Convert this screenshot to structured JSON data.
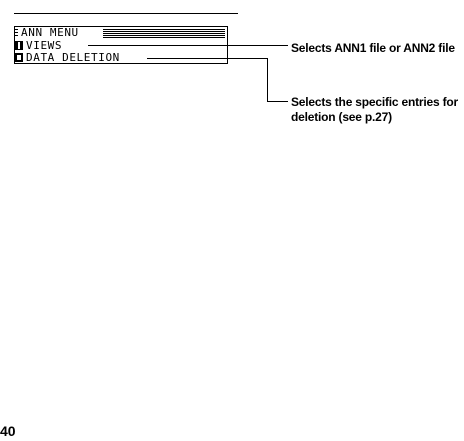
{
  "lcd": {
    "menu_title": "ANN MENU",
    "items": [
      {
        "number": "1",
        "label": "VIEWS"
      },
      {
        "number": "2",
        "label": "DATA DELETION"
      }
    ]
  },
  "annotations": {
    "views": "Selects ANN1 file or ANN2 file",
    "data_deletion": "Selects the specific entries for deletion (see p.27)"
  },
  "page_number": "40"
}
